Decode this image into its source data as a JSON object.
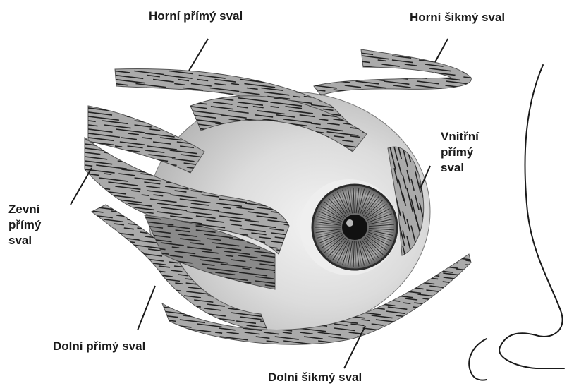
{
  "labels": {
    "horni_primy": "Horní přímý sval",
    "horni_sikmy": "Horní šikmý sval",
    "vnitrni_primy": [
      "Vnitřní",
      "přímý",
      "sval"
    ],
    "zevni_primy": [
      "Zevní",
      "přímý",
      "sval"
    ],
    "dolni_primy": "Dolní přímý sval",
    "dolni_sikmy": "Dolní šikmý sval"
  },
  "colors": {
    "muscle": "#aaaaaa",
    "muscle_dark": "#8a8a8a",
    "eyeball": "#d6d6d6",
    "iris": "#9a9a9a",
    "pupil": "#111111",
    "stroke": "#1a1a1a"
  },
  "icons": {
    "nose": "nose-outline-icon",
    "eye": "eyeball-icon"
  }
}
